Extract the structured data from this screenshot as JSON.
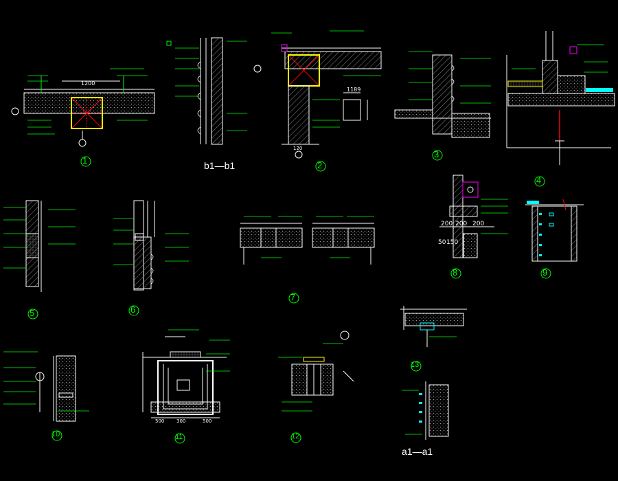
{
  "colors": {
    "background": "#000000",
    "linework": "#ffffff",
    "callout": "#00ff00",
    "hatch": "#a0a0a0",
    "column": "#ff0000",
    "highlight_yellow": "#ffff00",
    "highlight_magenta": "#ff00ff",
    "highlight_cyan": "#00ffff"
  },
  "details": [
    {
      "number": "1",
      "name": "detail-1"
    },
    {
      "number": "2",
      "name": "detail-2"
    },
    {
      "number": "3",
      "name": "detail-3"
    },
    {
      "number": "4",
      "name": "detail-4"
    },
    {
      "number": "5",
      "name": "detail-5"
    },
    {
      "number": "6",
      "name": "detail-6"
    },
    {
      "number": "7",
      "name": "detail-7"
    },
    {
      "number": "8",
      "name": "detail-8"
    },
    {
      "number": "9",
      "name": "detail-9"
    },
    {
      "number": "10",
      "name": "detail-10"
    },
    {
      "number": "11",
      "name": "detail-11"
    },
    {
      "number": "12",
      "name": "detail-12"
    },
    {
      "number": "13",
      "name": "detail-13"
    }
  ],
  "section_marks": {
    "b1": "b1—b1",
    "a1": "a1—a1"
  },
  "dimensions": {
    "d1_top": "1200",
    "d2_a": "1189",
    "d2_b": "120",
    "d8_a": "200",
    "d8_b": "200",
    "d8_c": "200",
    "d8_d": "50",
    "d8_e": "150",
    "d11_a": "500",
    "d11_b": "300",
    "d11_c": "500"
  }
}
